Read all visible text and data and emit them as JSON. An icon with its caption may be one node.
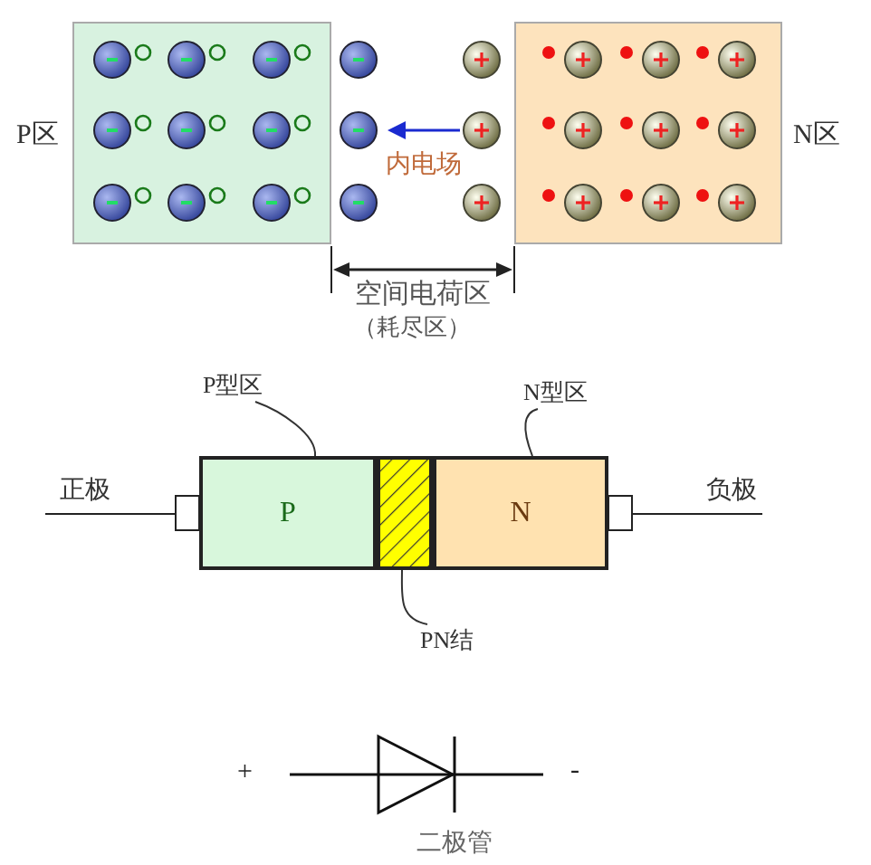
{
  "diagram": {
    "nodes": [
      {
        "text": [
          "P区"
        ]
      },
      {
        "text": [
          "N区"
        ]
      },
      {
        "text": [
          "P"
        ]
      },
      {
        "text": [],
        "shape": "box"
      },
      {
        "text": [
          "N"
        ]
      },
      {
        "text": [
          "P型区"
        ]
      },
      {
        "text": [
          "N型区"
        ]
      },
      {
        "text": [
          "PN结"
        ]
      }
    ],
    "edges": [
      {
        "from": 5,
        "to": 2,
        "arrow": "none"
      },
      {
        "from": 6,
        "to": 4,
        "arrow": "none"
      },
      {
        "from": 7,
        "to": 3,
        "arrow": "none"
      }
    ],
    "labels": [
      "内电场",
      "空间电荷区",
      "（耗尽区）",
      "正极",
      "负极",
      "+",
      "-",
      "二极管"
    ]
  }
}
